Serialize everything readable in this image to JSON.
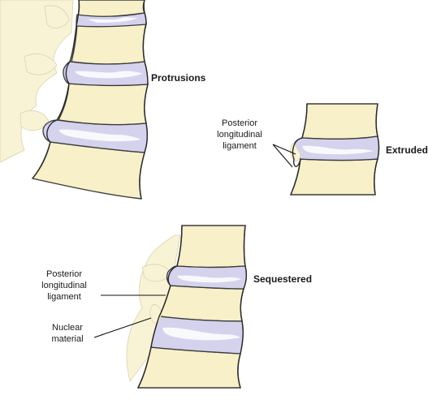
{
  "labels": {
    "protrusions": "Protrusions",
    "extruded": "Extruded",
    "sequestered": "Sequestered",
    "posterior_ligament_1_line1": "Posterior",
    "posterior_ligament_1_line2": "longitudinal",
    "posterior_ligament_1_line3": "ligament",
    "posterior_ligament_2_line1": "Posterior",
    "posterior_ligament_2_line2": "longitudinal",
    "posterior_ligament_2_line3": "ligament",
    "nuclear_line1": "Nuclear",
    "nuclear_line2": "material"
  },
  "colors": {
    "bone": "#f7f0c8",
    "disc": "#d5d2ee",
    "outline": "#3a3a3a"
  }
}
